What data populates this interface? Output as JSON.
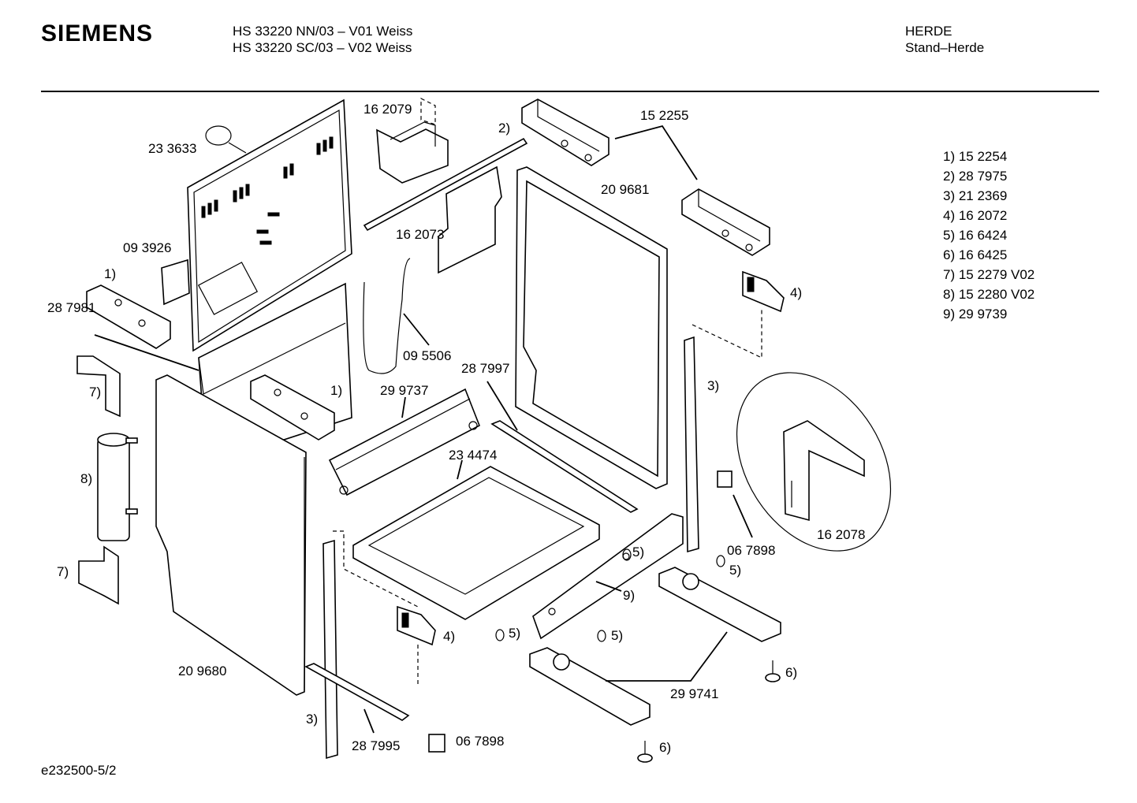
{
  "header": {
    "brand": "SIEMENS",
    "model_line_1": "HS 33220 NN/03 – V01 Weiss",
    "model_line_2": "HS 33220 SC/03 – V02 Weiss",
    "category": "HERDE",
    "subcategory": "Stand–Herde"
  },
  "legend": [
    "1) 15 2254",
    "2) 28 7975",
    "3) 21 2369",
    "4) 16 2072",
    "5) 16 6424",
    "6) 16 6425",
    "7) 15 2279 V02",
    "8) 15 2280 V02",
    "9) 29 9739"
  ],
  "labels": {
    "l162079": "16 2079",
    "l233633": "23 3633",
    "l2": "2)",
    "l152255": "15 2255",
    "l209681": "20 9681",
    "l162073": "16 2073",
    "l093926": "09 3926",
    "l1a": "1)",
    "l287981": "28 7981",
    "l095506": "09 5506",
    "l4a": "4)",
    "l3a": "3)",
    "l1b": "1)",
    "l7a": "7)",
    "l299737": "29 9737",
    "l287997": "28 7997",
    "l8": "8)",
    "l234474": "23 4474",
    "l162078": "16 2078",
    "l067898a": "06 7898",
    "l5a": "5)",
    "l5b": "5)",
    "l7b": "7)",
    "l9": "9)",
    "l4b": "4)",
    "l5c": "5)",
    "l5d": "5)",
    "l209680": "20 9680",
    "l6a": "6)",
    "l299741": "29 9741",
    "l3b": "3)",
    "l287995": "28 7995",
    "l067898b": "06 7898",
    "l6b": "6)"
  },
  "footer": {
    "drawing_id": "e232500-5/2"
  }
}
